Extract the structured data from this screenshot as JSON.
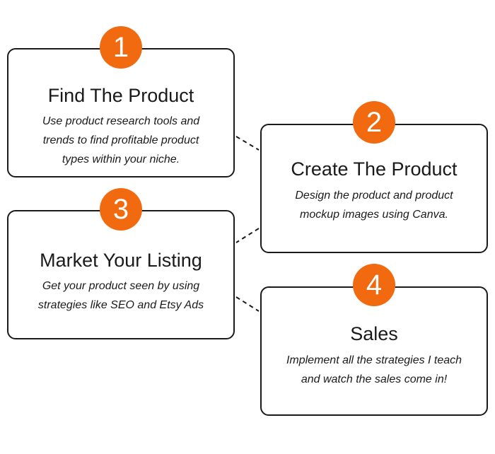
{
  "accent_color": "#f26a0f",
  "steps": [
    {
      "number": "1",
      "title": "Find The Product",
      "description_lines": [
        "Use product research tools and",
        "trends to find profitable product",
        "types within your niche."
      ]
    },
    {
      "number": "2",
      "title": "Create The Product",
      "description_lines": [
        "Design the product and product",
        "mockup images using Canva."
      ]
    },
    {
      "number": "3",
      "title": "Market Your Listing",
      "description_lines": [
        "Get your product seen by using",
        "strategies like SEO and Etsy Ads"
      ]
    },
    {
      "number": "4",
      "title": "Sales",
      "description_lines": [
        "Implement all the strategies I teach",
        "and watch the sales come in!"
      ]
    }
  ]
}
